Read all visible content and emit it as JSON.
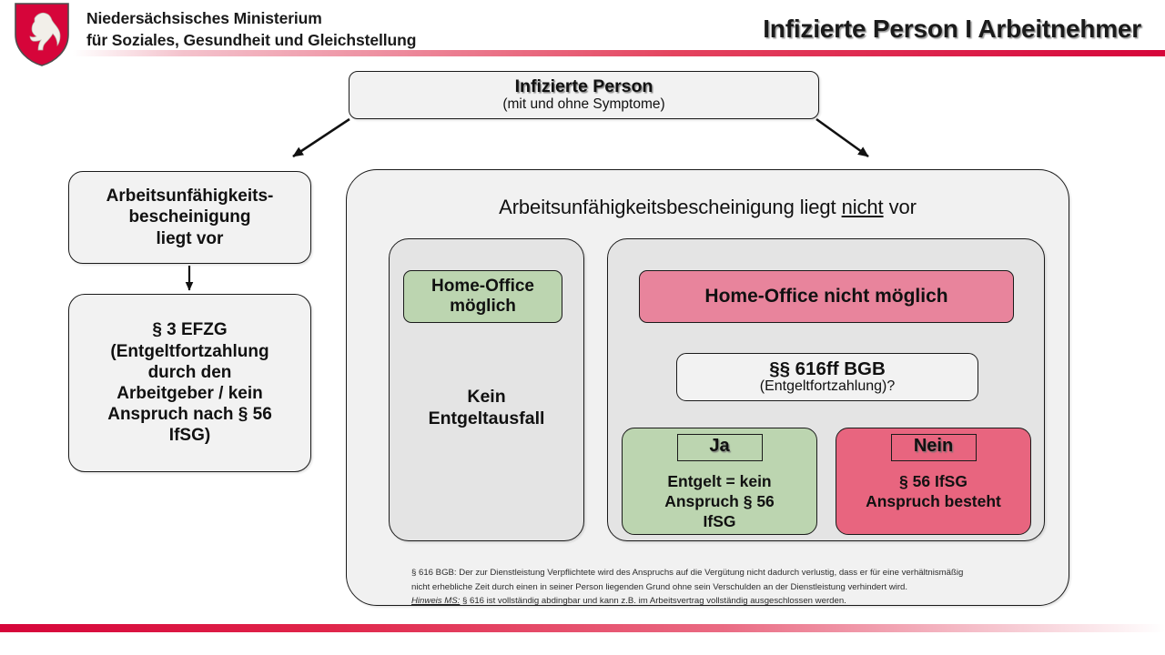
{
  "header": {
    "org_line1": "Niedersächsisches Ministerium",
    "org_line2": "für Soziales, Gesundheit und Gleichstellung",
    "title": "Infizierte Person I Arbeitnehmer",
    "logo_name": "lower-saxony-coat-of-arms",
    "accent_color": "#d6053a"
  },
  "diagram": {
    "top_node": {
      "title": "Infizierte Person",
      "subtitle": "(mit und ohne Symptome)"
    },
    "left_branch": {
      "certificate_box": "Arbeitsunfähigkeits-\nbescheinigung\nliegt vor",
      "result_box": "§ 3 EFZG\n(Entgeltfortzahlung\ndurch den\nArbeitgeber / kein\nAnspruch nach § 56\nIfSG)"
    },
    "right_branch": {
      "panel_title_prefix": "Arbeitsunfähigkeitsbescheinigung liegt ",
      "panel_title_emphasis": "nicht",
      "panel_title_suffix": " vor",
      "home_office_possible": {
        "header": "Home-Office\nmöglich",
        "header_color": "#bcd5b0",
        "body": "Kein\nEntgeltausfall"
      },
      "home_office_not_possible": {
        "header": "Home-Office nicht möglich",
        "header_color": "#e8849c",
        "question_title": "§§ 616ff BGB",
        "question_subtitle": "(Entgeltfortzahlung)?",
        "outcomes": [
          {
            "badge": "Ja",
            "body": "Entgelt = kein\nAnspruch  § 56\nIfSG",
            "color": "#bcd5b0"
          },
          {
            "badge": "Nein",
            "body": "§ 56 IfSG\nAnspruch  besteht",
            "color": "#e8657f"
          }
        ]
      }
    },
    "footnote": {
      "line1": "§ 616 BGB: Der zur Dienstleistung Verpflichtete wird des Anspruchs auf die Vergütung nicht dadurch verlustig, dass er für eine verhältnismäßig",
      "line2": "nicht erhebliche Zeit durch einen in seiner Person liegenden Grund ohne sein Verschulden an der Dienstleistung verhindert wird.",
      "note_label": "Hinweis MS:",
      "line3": " § 616 ist vollständig abdingbar und kann z.B. im Arbeitsvertrag vollständig ausgeschlossen werden."
    }
  }
}
